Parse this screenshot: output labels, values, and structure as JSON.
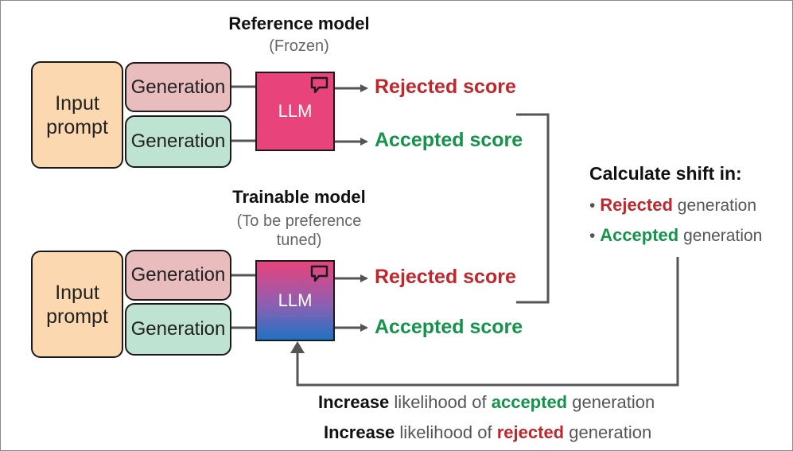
{
  "reference": {
    "title": "Reference model",
    "subtitle": "(Frozen)",
    "input_label": "Input prompt",
    "gen_rejected": "Generation",
    "gen_accepted": "Generation",
    "llm_label": "LLM",
    "rejected_score": "Rejected score",
    "accepted_score": "Accepted score"
  },
  "trainable": {
    "title": "Trainable model",
    "subtitle": "(To be preference tuned)",
    "input_label": "Input prompt",
    "gen_rejected": "Generation",
    "gen_accepted": "Generation",
    "llm_label": "LLM",
    "rejected_score": "Rejected score",
    "accepted_score": "Accepted score"
  },
  "calculate": {
    "heading": "Calculate shift in:",
    "bullets": [
      {
        "bullet": "•",
        "emph": "Rejected",
        "rest": "generation"
      },
      {
        "bullet": "•",
        "emph": "Accepted",
        "rest": "generation"
      }
    ]
  },
  "feedback": {
    "line1": {
      "verb": "Increase",
      "mid": "likelihood of",
      "emph": "accepted",
      "end": "generation"
    },
    "line2": {
      "verb": "Increase",
      "mid": "likelihood of",
      "emph": "rejected",
      "end": "generation"
    }
  },
  "colors": {
    "rejected": "#c0272d",
    "accepted": "#14944a",
    "input_fill": "#fbd8b0",
    "gen_rejected_fill": "#e9bcbd",
    "gen_accepted_fill": "#bfe3d3",
    "llm_pink": "#e8437a",
    "llm_blue": "#1f72c4"
  },
  "icons": [
    "speech-bubble-icon",
    "arrow-right-icon",
    "arrow-up-icon"
  ]
}
